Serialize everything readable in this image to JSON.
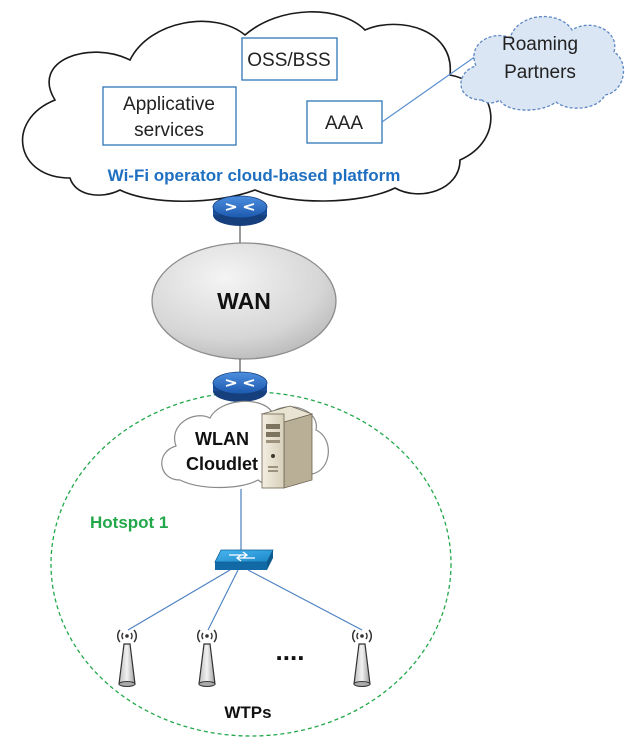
{
  "cloud": {
    "platform_label": "Wi-Fi operator cloud-based platform",
    "oss_bss": "OSS/BSS",
    "applicative_line1": "Applicative",
    "applicative_line2": "services",
    "aaa": "AAA"
  },
  "roaming": {
    "line1": "Roaming",
    "line2": "Partners"
  },
  "wan": {
    "label": "WAN"
  },
  "cloudlet": {
    "line1": "WLAN",
    "line2": "Cloudlet"
  },
  "hotspot": {
    "label": "Hotspot  1"
  },
  "wtps": {
    "ellipsis": "....",
    "label": "WTPs"
  },
  "colors": {
    "accent_blue": "#1f6fc0",
    "hotspot_green": "#22a84a",
    "router_blue": "#1e5fb8",
    "wan_gray": "#d9d9d9",
    "roaming_fill": "#dbe6f4"
  }
}
